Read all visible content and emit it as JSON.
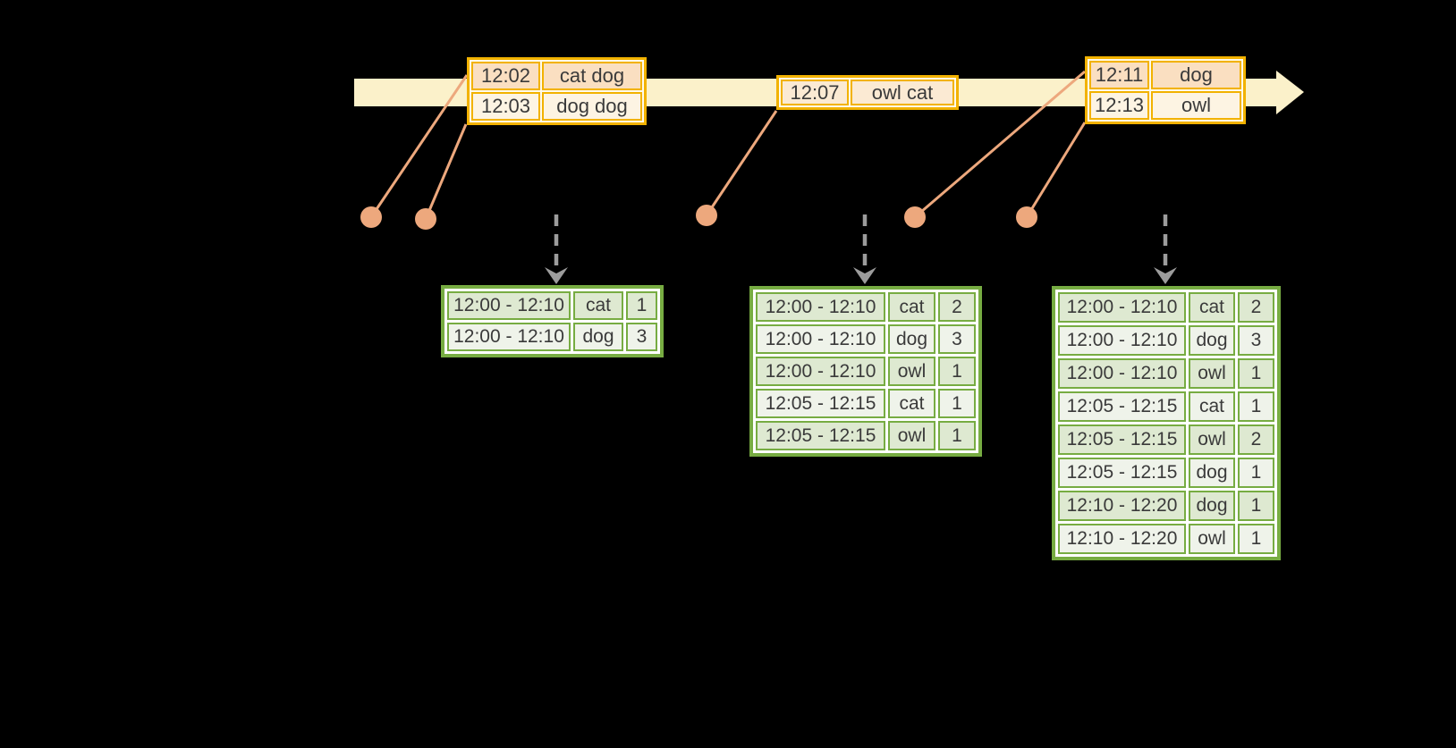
{
  "icons": {
    "timeline_arrow": "➡",
    "trigger_arrow": "⬇",
    "event_dot": "●"
  },
  "colors": {
    "background": "#000000",
    "timeline_band": "#FBF1CA",
    "event_border": "#F2B200",
    "event_row_peach": "#FADFC1",
    "event_row_mid": "#FBEAD3",
    "event_row_cream": "#FDF4E3",
    "connector_salmon": "#EDA87D",
    "trigger_gray": "#9C9C9C",
    "result_border": "#77AC42",
    "result_row_dark": "#DEE9D1",
    "result_row_light": "#EFF3EA",
    "text": "#3A3A3A"
  },
  "events": [
    {
      "rows": [
        {
          "time": "12:02",
          "words": "cat dog"
        },
        {
          "time": "12:03",
          "words": "dog dog"
        }
      ]
    },
    {
      "rows": [
        {
          "time": "12:07",
          "words": "owl cat"
        }
      ]
    },
    {
      "rows": [
        {
          "time": "12:11",
          "words": "dog"
        },
        {
          "time": "12:13",
          "words": "owl"
        }
      ]
    }
  ],
  "results": [
    {
      "rows": [
        [
          "12:00 - 12:10",
          "cat",
          "1"
        ],
        [
          "12:00 - 12:10",
          "dog",
          "3"
        ]
      ]
    },
    {
      "rows": [
        [
          "12:00 - 12:10",
          "cat",
          "2"
        ],
        [
          "12:00 - 12:10",
          "dog",
          "3"
        ],
        [
          "12:00 - 12:10",
          "owl",
          "1"
        ],
        [
          "12:05 - 12:15",
          "cat",
          "1"
        ],
        [
          "12:05 - 12:15",
          "owl",
          "1"
        ]
      ]
    },
    {
      "rows": [
        [
          "12:00 - 12:10",
          "cat",
          "2"
        ],
        [
          "12:00 - 12:10",
          "dog",
          "3"
        ],
        [
          "12:00 - 12:10",
          "owl",
          "1"
        ],
        [
          "12:05 - 12:15",
          "cat",
          "1"
        ],
        [
          "12:05 - 12:15",
          "owl",
          "2"
        ],
        [
          "12:05 - 12:15",
          "dog",
          "1"
        ],
        [
          "12:10 - 12:20",
          "dog",
          "1"
        ],
        [
          "12:10 - 12:20",
          "owl",
          "1"
        ]
      ]
    }
  ]
}
